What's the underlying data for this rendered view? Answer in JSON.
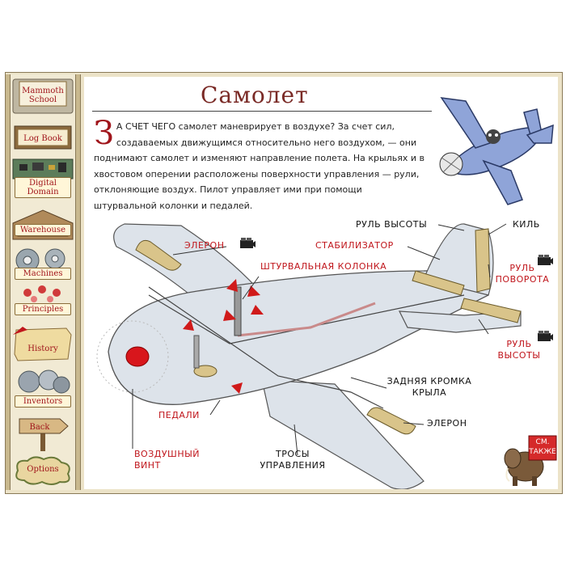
{
  "page": {
    "title": "Самолет",
    "intro_dropcap": "З",
    "intro_text": "А СЧЕТ ЧЕГО самолет маневрирует в воздухе? За счет сил, создаваемых движущимся относительно него возду­хом, — они поднимают самолет и изменяют направление полета. На крыльях и в хвостовом оперении расположены поверхности управления — рули, отклоняющие воздух. Пилот управляет ими при помощи штурвальной колонки и педалей."
  },
  "sidebar": {
    "items": [
      {
        "label": "Mammoth School",
        "icon": "school-icon"
      },
      {
        "label": "Log Book",
        "icon": "log-book-icon"
      },
      {
        "label": "Digital Domain",
        "icon": "circuit-board-icon"
      },
      {
        "label": "Warehouse",
        "icon": "warehouse-icon"
      },
      {
        "label": "Machines",
        "icon": "gears-icon"
      },
      {
        "label": "Principles",
        "icon": "molecule-icon"
      },
      {
        "label": "History",
        "icon": "scroll-icon"
      },
      {
        "label": "Inventors",
        "icon": "inventors-icon"
      },
      {
        "label": "Back",
        "icon": "signpost-icon"
      },
      {
        "label": "Options",
        "icon": "cloud-badge-icon"
      }
    ]
  },
  "labels": {
    "aileron_top": "ЭЛЕРОН",
    "control_column": "ШТУРВАЛЬНАЯ КОЛОНКА",
    "stabilizer": "СТАБИЛИЗАТОР",
    "elevator_top": "РУЛЬ ВЫСОТЫ",
    "fin": "КИЛЬ",
    "rudder": "РУЛЬ ПОВОРОТА",
    "elevator_right": "РУЛЬ ВЫСОТЫ",
    "trailing_edge": "ЗАДНЯЯ КРОМКА КРЫЛА",
    "aileron_bottom": "ЭЛЕРОН",
    "pedals": "ПЕДАЛИ",
    "propeller": "ВОЗДУШНЫЙ ВИНТ",
    "control_cables": "ТРОСЫ УПРАВЛЕНИЯ"
  },
  "see_also": {
    "label_line1": "СМ.",
    "label_line2": "ТАКЖЕ"
  },
  "colors": {
    "accent_red": "#c0161c",
    "title": "#7a2a26",
    "plane_body": "#dde3ea",
    "control_surface": "#d9c48a",
    "cartoon_plane": "#8fa4d8",
    "frame": "#ece3c8"
  }
}
